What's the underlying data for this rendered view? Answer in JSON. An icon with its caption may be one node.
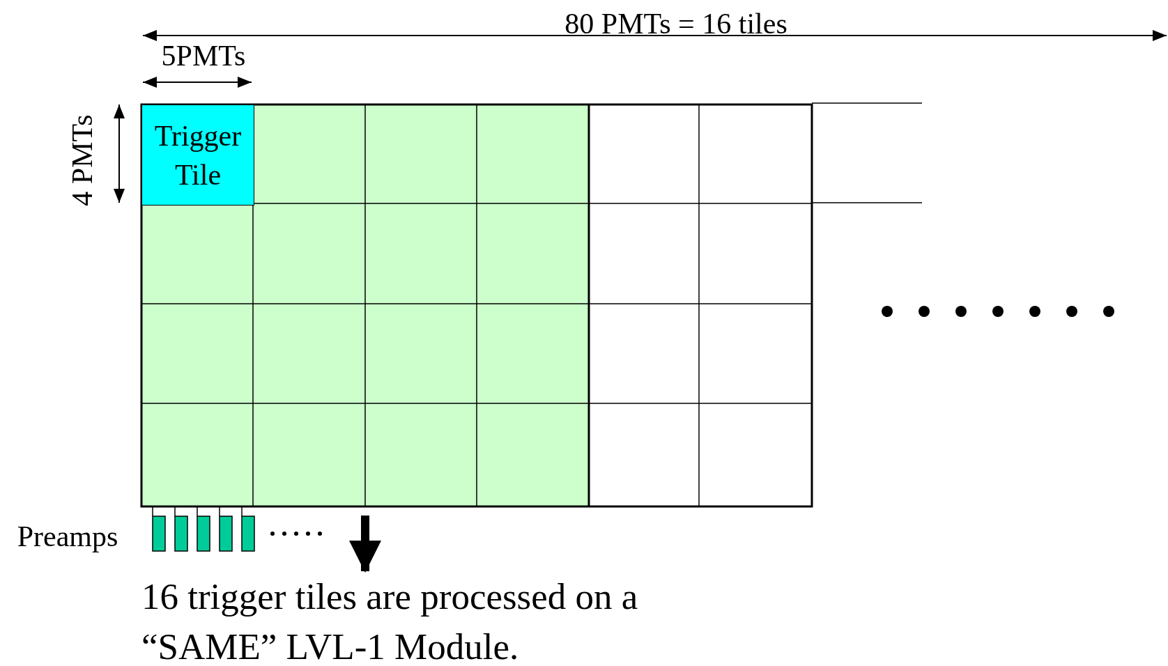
{
  "diagram": {
    "nodes": [
      {
        "text": [
          "Trigger Tile"
        ]
      },
      {
        "text": [
          "16 trigger tiles are processed on a “SAME” LVL-1 Module."
        ]
      }
    ],
    "edges": [
      {
        "from": null,
        "to": 1,
        "arrow": "to"
      }
    ],
    "labels": [
      "80 PMTs = 16 tiles",
      "5PMTs",
      "4 PMTs",
      "Preamps"
    ]
  }
}
